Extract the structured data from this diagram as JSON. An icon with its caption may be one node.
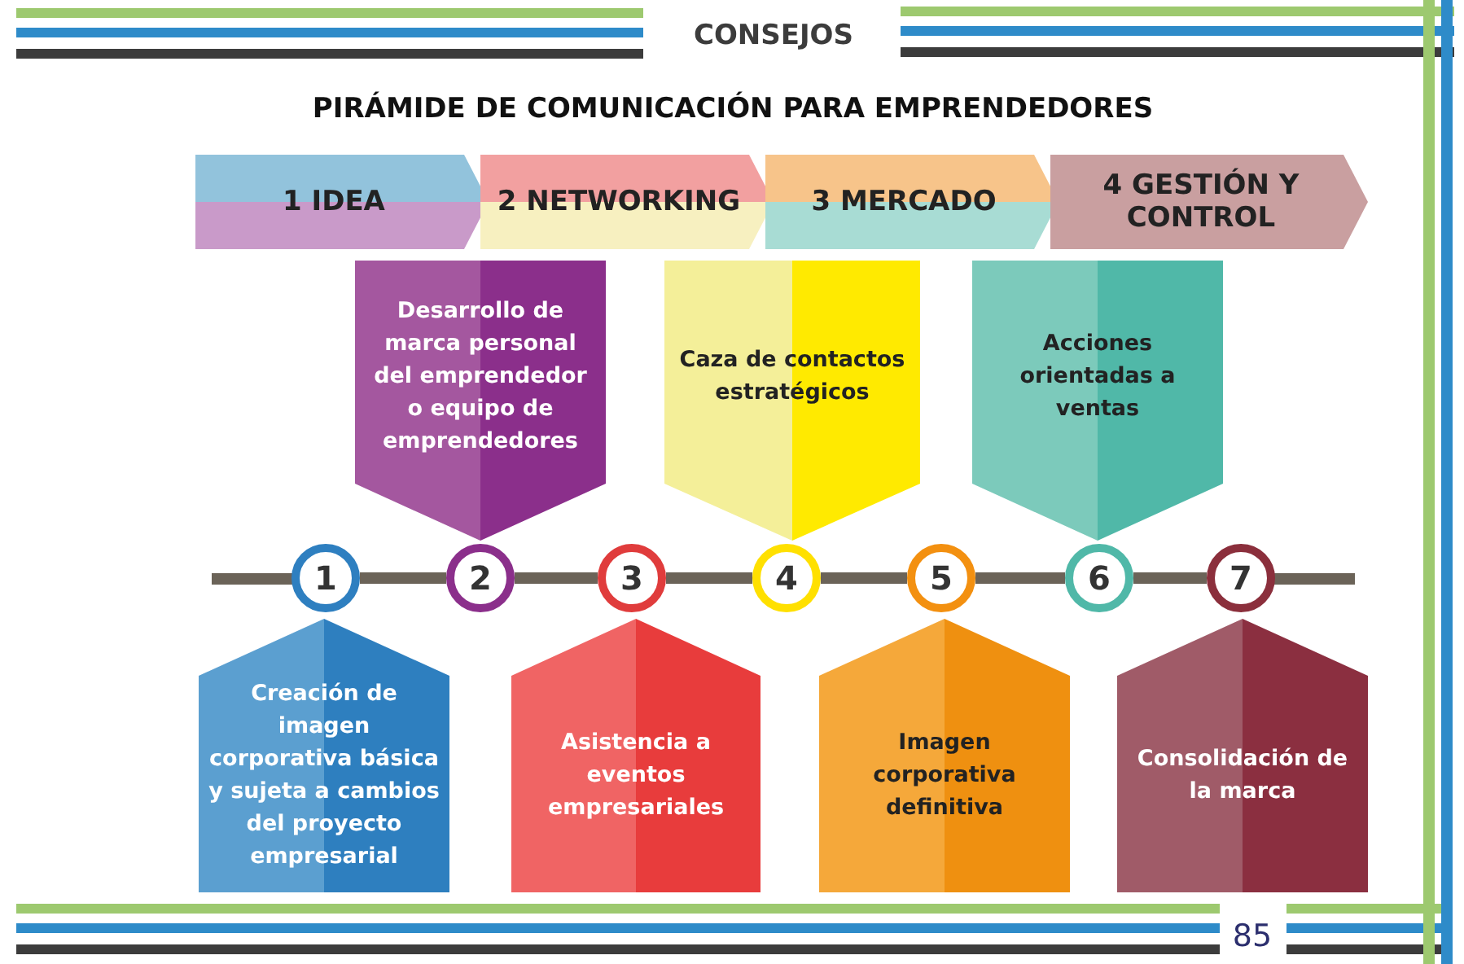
{
  "diagram": {
    "title": "PIRÁMIDE DE COMUNICACIÓN PARA EMPRENDEDORES",
    "nodes": [
      {
        "text": [
          "1 IDEA"
        ]
      },
      {
        "text": [
          "2 NETWORKING"
        ]
      },
      {
        "text": [
          "3 MERCADO"
        ]
      },
      {
        "text": [
          "4 GESTIÓN Y CONTROL"
        ]
      },
      {
        "text": [
          "Desarrollo de marca personal del emprendedor o equipo de emprendedores"
        ]
      },
      {
        "text": [
          "Caza de contactos estratégicos"
        ]
      },
      {
        "text": [
          "Acciones orientadas a ventas"
        ]
      },
      {
        "text": [
          "1"
        ]
      },
      {
        "text": [
          "2"
        ]
      },
      {
        "text": [
          "3"
        ]
      },
      {
        "text": [
          "4"
        ]
      },
      {
        "text": [
          "5"
        ]
      },
      {
        "text": [
          "6"
        ]
      },
      {
        "text": [
          "7"
        ]
      },
      {
        "text": [
          "Creación de imagen corporativa básica y sujeta a cambios del proyecto empresarial"
        ]
      },
      {
        "text": [
          "Asistencia a eventos empresariales"
        ]
      },
      {
        "text": [
          "Imagen corporativa definitiva"
        ]
      },
      {
        "text": [
          "Consolidación de la marca"
        ]
      }
    ],
    "edges": [
      {
        "from": 7,
        "to": 8,
        "arrow": "none"
      },
      {
        "from": 8,
        "to": 9,
        "arrow": "none"
      },
      {
        "from": 9,
        "to": 10,
        "arrow": "none"
      },
      {
        "from": 10,
        "to": 11,
        "arrow": "none"
      },
      {
        "from": 11,
        "to": 12,
        "arrow": "none"
      },
      {
        "from": 12,
        "to": 13,
        "arrow": "none"
      }
    ],
    "labels": [
      "CONSEJOS",
      "85"
    ]
  }
}
